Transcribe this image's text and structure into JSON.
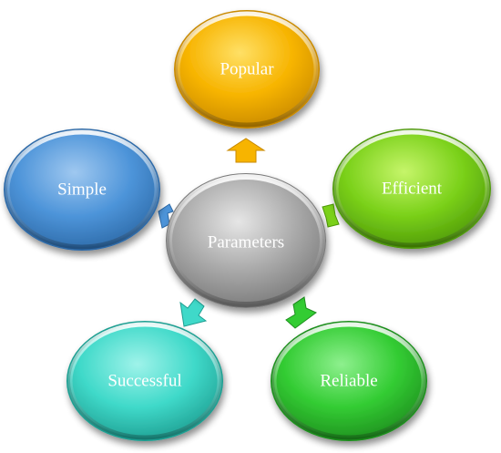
{
  "diagram": {
    "center": {
      "label": "Parameters",
      "color": "#a9a9a9"
    },
    "nodes": [
      {
        "id": "popular",
        "label": "Popular",
        "color": "#f7b400"
      },
      {
        "id": "efficient",
        "label": "Efficient",
        "color": "#7bd11a"
      },
      {
        "id": "reliable",
        "label": "Reliable",
        "color": "#33cc33"
      },
      {
        "id": "successful",
        "label": "Successful",
        "color": "#3fd9c9"
      },
      {
        "id": "simple",
        "label": "Simple",
        "color": "#4d94d9"
      }
    ]
  }
}
